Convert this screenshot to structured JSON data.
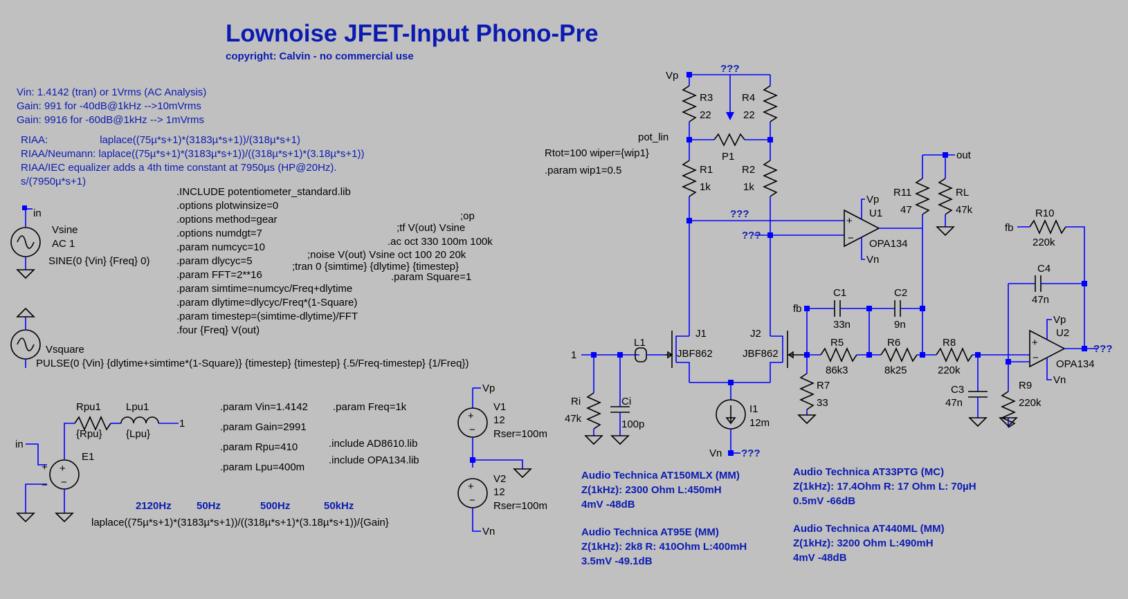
{
  "title": "Lownoise JFET-Input Phono-Pre",
  "copyright": "copyright: Calvin - no commercial use",
  "header_notes": [
    "Vin: 1.4142 (tran) or 1Vrms (AC Analysis)",
    "Gain: 991   for -40dB@1kHz  -->10mVrms",
    "Gain: 9916 for -60dB@1kHz  --> 1mVrms"
  ],
  "riaa_notes": [
    "RIAA:                  laplace((75µ*s+1)*(3183µ*s+1))/(318µ*s+1)",
    "RIAA/Neumann: laplace((75µ*s+1)*(3183µ*s+1))/((318µ*s+1)*(3.18µ*s+1))",
    "RIAA/IEC equalizer adds a 4th time constant at 7950µs (HP@20Hz).",
    "s/(7950µ*s+1)"
  ],
  "directives_left": [
    ".INCLUDE potentiometer_standard.lib",
    ".options plotwinsize=0",
    ".options method=gear",
    ".options numdgt=7",
    ".param numcyc=10",
    ".param dlycyc=5",
    ".param FFT=2**16",
    ".param simtime=numcyc/Freq+dlytime",
    ".param dlytime=dlycyc/Freq*(1-Square)",
    ".param timestep=(simtime-dlytime)/FFT",
    ".four {Freq} V(out)"
  ],
  "directives_right": {
    "op": ";op",
    "tf": ";tf V(out) Vsine",
    "ac": ".ac oct 330 100m 100k",
    "noise": ";noise V(out) Vsine oct 100 20 20k",
    "tran": ";tran 0 {simtime} {dlytime} {timestep}",
    "square": ".param Square=1"
  },
  "sources": {
    "vsine_name": "Vsine",
    "vsine_ac": "AC 1",
    "vsine_value": "SINE(0 {Vin} {Freq} 0)",
    "vsine_net": "in",
    "vsquare_name": "Vsquare",
    "vsquare_value": "PULSE(0 {Vin} {dlytime+simtime*(1-Square)} {timestep} {timestep} {.5/Freq-timestep} {1/Freq})"
  },
  "pickup": {
    "rpu_name": "Rpu1",
    "rpu_value": "{Rpu}",
    "lpu_name": "Lpu1",
    "lpu_value": "{Lpu}",
    "node": "1",
    "in_net": "in",
    "e_name": "E1"
  },
  "params": {
    "vin": ".param Vin=1.4142",
    "freq": ".param Freq=1k",
    "gain": ".param Gain=2991",
    "rpu": ".param Rpu=410",
    "lpu": ".param Lpu=400m",
    "inc1": ".include AD8610.lib",
    "inc2": ".include OPA134.lib"
  },
  "freq_labels": [
    "2120Hz",
    "50Hz",
    "500Hz",
    "50kHz"
  ],
  "laplace_expr": "laplace((75µ*s+1)*(3183µ*s+1))/((318µ*s+1)*(3.18µ*s+1))/{Gain}",
  "supplies": {
    "vp": "Vp",
    "vn": "Vn",
    "v1_name": "V1",
    "v1_value": "12",
    "v1_rser": "Rser=100m",
    "v2_name": "V2",
    "v2_value": "12",
    "v2_rser": "Rser=100m"
  },
  "components": {
    "vp_top": "Vp",
    "qmark": "???",
    "r3": "R3",
    "r3v": "22",
    "r4": "R4",
    "r4v": "22",
    "pot": "pot_lin",
    "p1": "P1",
    "rtot": "Rtot=100 wiper={wip1}",
    "wip": ".param wip1=0.5",
    "r1": "R1",
    "r1v": "1k",
    "r2": "R2",
    "r2v": "1k",
    "u1": "U1",
    "u1m": "OPA134",
    "u1vp": "Vp",
    "u1vn": "Vn",
    "r11": "R11",
    "r11v": "47",
    "rl": "RL",
    "rlv": "47k",
    "out": "out",
    "j1": "J1",
    "j1m": "JBF862",
    "j2": "J2",
    "j2m": "JBF862",
    "l1": "L1",
    "n1": "1",
    "ri": "Ri",
    "riv": "47k",
    "ci": "Ci",
    "civ": "100p",
    "i1": "I1",
    "i1v": "12m",
    "vn_bot": "Vn",
    "fb": "fb",
    "c1": "C1",
    "c1v": "33n",
    "c2": "C2",
    "c2v": "9n",
    "r5": "R5",
    "r5v": "86k3",
    "r6": "R6",
    "r6v": "8k25",
    "r7": "R7",
    "r7v": "33",
    "r8": "R8",
    "r8v": "220k",
    "c3": "C3",
    "c3v": "47n",
    "r9": "R9",
    "r9v": "220k",
    "r10": "R10",
    "r10v": "220k",
    "c4": "C4",
    "c4v": "47n",
    "u2": "U2",
    "u2m": "OPA134",
    "u2vp": "Vp",
    "u2vn": "Vn",
    "fb2": "fb"
  },
  "cartridges": [
    {
      "name": "Audio Technica AT150MLX (MM)",
      "z": "Z(1kHz): 2300 Ohm L:450mH",
      "lvl": "4mV -48dB"
    },
    {
      "name": "Audio Technica AT95E (MM)",
      "z": "Z(1kHz): 2k8 R: 410Ohm  L:400mH",
      "lvl": "3.5mV -49.1dB"
    },
    {
      "name": "Audio Technica AT33PTG (MC)",
      "z": "Z(1kHz): 17.4Ohm R: 17 Ohm L: 70µH",
      "lvl": "0.5mV -66dB"
    },
    {
      "name": "Audio Technica AT440ML (MM)",
      "z": "Z(1kHz): 3200 Ohm L:490mH",
      "lvl": "4mV -48dB"
    }
  ]
}
